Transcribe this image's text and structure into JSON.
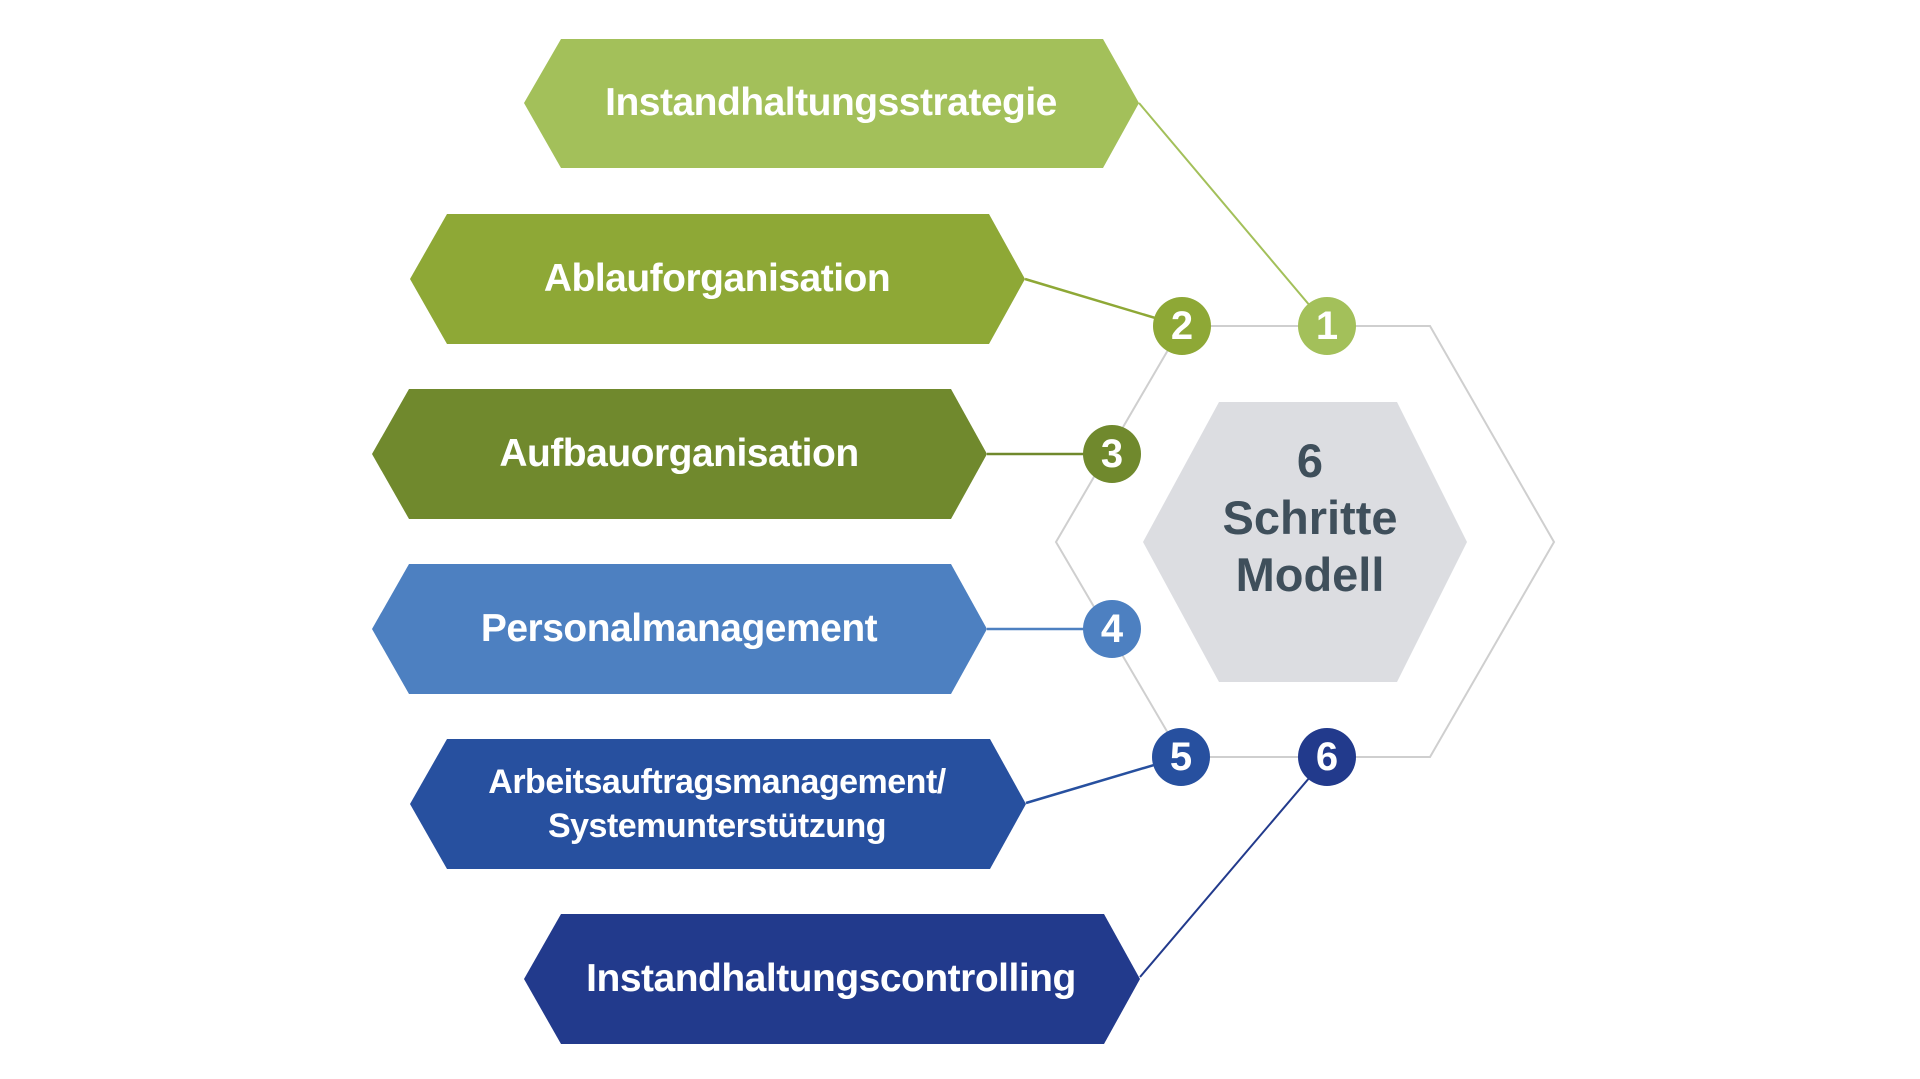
{
  "center": {
    "lines": [
      "6",
      "Schritte",
      "Modell"
    ],
    "fill": "#dcdde1",
    "text_color": "#3f4f5b"
  },
  "outline_color": "#cfcfcf",
  "steps": [
    {
      "number": "1",
      "label": "Instandhaltungsstrategie",
      "color": "#a3c05a"
    },
    {
      "number": "2",
      "label": "Ablauforganisation",
      "color": "#8ea836"
    },
    {
      "number": "3",
      "label": "Aufbauorganisation",
      "color": "#70892d"
    },
    {
      "number": "4",
      "label": "Personalmanagement",
      "color": "#4d80c1"
    },
    {
      "number": "5",
      "label": "Arbeitsauftragsmanagement/\nSystemunterstützung",
      "color": "#27509f"
    },
    {
      "number": "6",
      "label": "Instandhaltungscontrolling",
      "color": "#223a8c"
    }
  ]
}
